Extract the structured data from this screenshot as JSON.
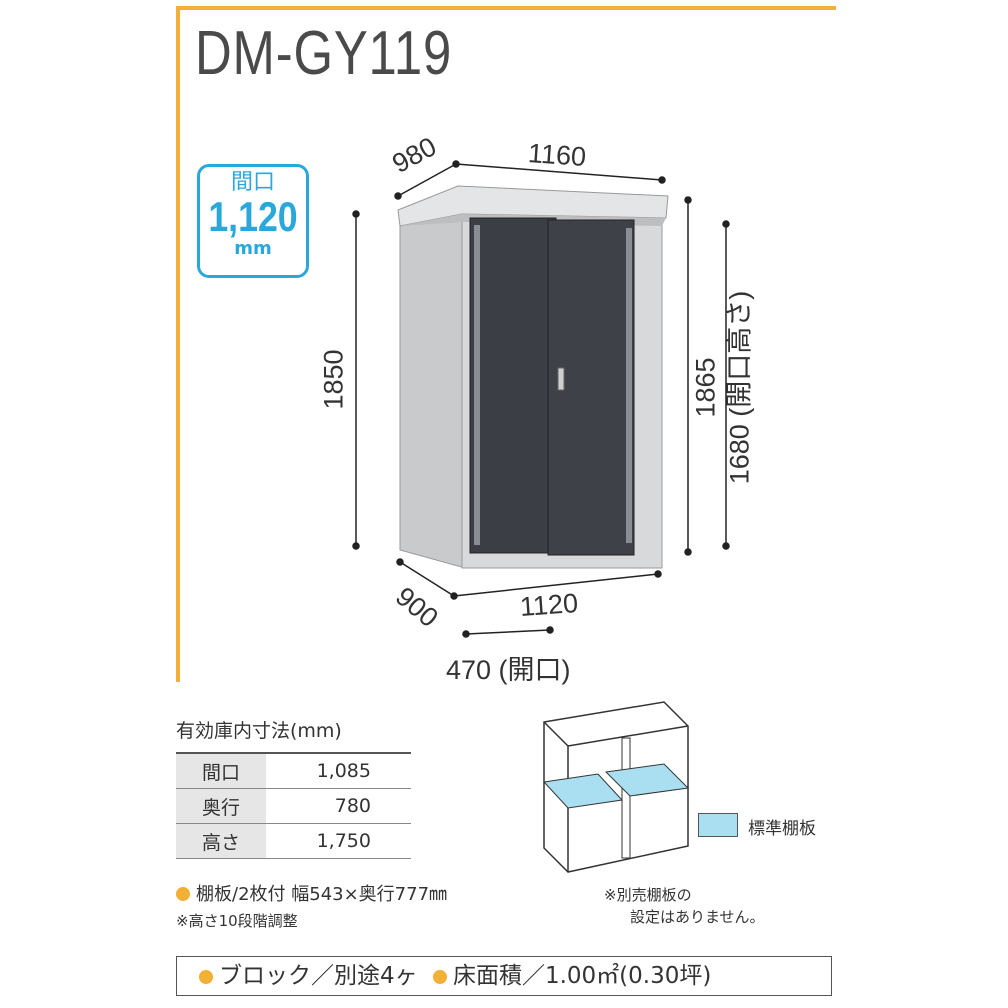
{
  "product": {
    "model": "DM-GY119"
  },
  "badge": {
    "label": "間口",
    "value": "1,120",
    "unit": "mm"
  },
  "dimensions": {
    "roof_depth": "980",
    "roof_width": "1160",
    "height": "1850",
    "total_height": "1865",
    "opening_height": "1680 (開口高さ)",
    "base_depth": "900",
    "base_width": "1120",
    "opening_width": "470 (開口)"
  },
  "specs": {
    "title": "有効庫内寸法(mm)",
    "rows": [
      {
        "label": "間口",
        "value": "1,085"
      },
      {
        "label": "奥行",
        "value": "780"
      },
      {
        "label": "高さ",
        "value": "1,750"
      }
    ]
  },
  "notes": {
    "shelf": "棚板/2枚付 幅543×奥行777㎜",
    "adjust": "※高さ10段階調整",
    "separate_line1": "※別売棚板の",
    "separate_line2": "設定はありません。"
  },
  "legend": {
    "label": "標準棚板",
    "color": "#a9dff1"
  },
  "footer": {
    "block": "ブロック／別途4ヶ",
    "floor": "床面積／1.00㎡(0.30坪)"
  },
  "colors": {
    "accent": "#f2b037",
    "badge": "#2aa8dc",
    "door": "#3b3f45",
    "body": "#d6d7d9"
  }
}
